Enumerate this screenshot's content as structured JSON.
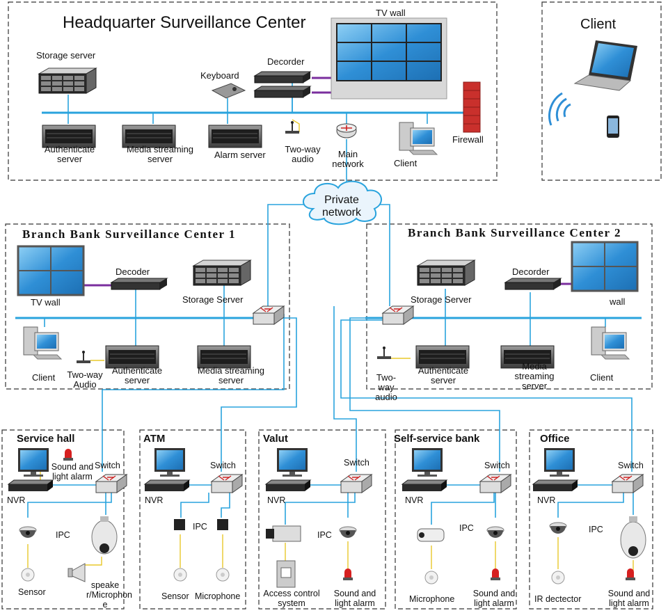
{
  "hq": {
    "title": "Headquarter Surveillance Center",
    "tv_wall": "TV wall",
    "storage_server": "Storage server",
    "keyboard": "Keyboard",
    "decoder": "Decorder",
    "authenticate_server": "Authenticate\nserver",
    "media_streaming_server": "Media streaming\nserver",
    "alarm_server": "Alarm server",
    "two_way_audio": "Two-way\naudio",
    "main_network": "Main\nnetwork",
    "client": "Client",
    "firewall": "Firewall"
  },
  "client_box": {
    "title": "Client"
  },
  "private_network": "Private\nnetwork",
  "branch1": {
    "title": "Branch Bank Surveillance Center 1",
    "tv_wall": "TV wall",
    "decoder": "Decoder",
    "storage_server": "Storage Server",
    "client": "Client",
    "two_way_audio": "Two-way\nAudio",
    "authenticate_server": "Authenticate\nserver",
    "media_streaming_server": "Media streaming\nserver"
  },
  "branch2": {
    "title": "Branch Bank Surveillance Center 2",
    "storage_server": "Storage Server",
    "decoder": "Decorder",
    "tv_wall": "wall",
    "two_way_audio": "Two-\nway\naudio",
    "authenticate_server": "Authenticate\nserver",
    "media_streaming_server": "Media\nstreaming\nserver",
    "client": "Client"
  },
  "sites": [
    {
      "title": "Service hall",
      "nvr": "NVR",
      "switch": "Switch",
      "ipc": "IPC",
      "extra_top": "Sound and\nlight alarm",
      "labels": [
        "Sensor",
        "speake\nr/Microphon\ne"
      ]
    },
    {
      "title": "ATM",
      "nvr": "NVR",
      "switch": "Switch",
      "ipc": "IPC",
      "labels": [
        "Sensor",
        "Microphone"
      ]
    },
    {
      "title": "Valut",
      "nvr": "NVR",
      "switch": "Switch",
      "ipc": "IPC",
      "labels": [
        "Access control\nsystem",
        "Sound and\nlight alarm"
      ]
    },
    {
      "title": "Self-service bank",
      "nvr": "NVR",
      "switch": "Switch",
      "ipc": "IPC",
      "labels": [
        "Microphone",
        "Sound and\nlight alarm"
      ]
    },
    {
      "title": "Office",
      "nvr": "NVR",
      "switch": "Switch",
      "ipc": "IPC",
      "labels": [
        "IR dectector",
        "Sound and\nlight alarm"
      ]
    }
  ],
  "colors": {
    "network_line": "#29a3dd",
    "decoder_link": "#7a2e9e",
    "audio_link": "#e8c82a",
    "tv_screen": "#2f8fd6"
  }
}
